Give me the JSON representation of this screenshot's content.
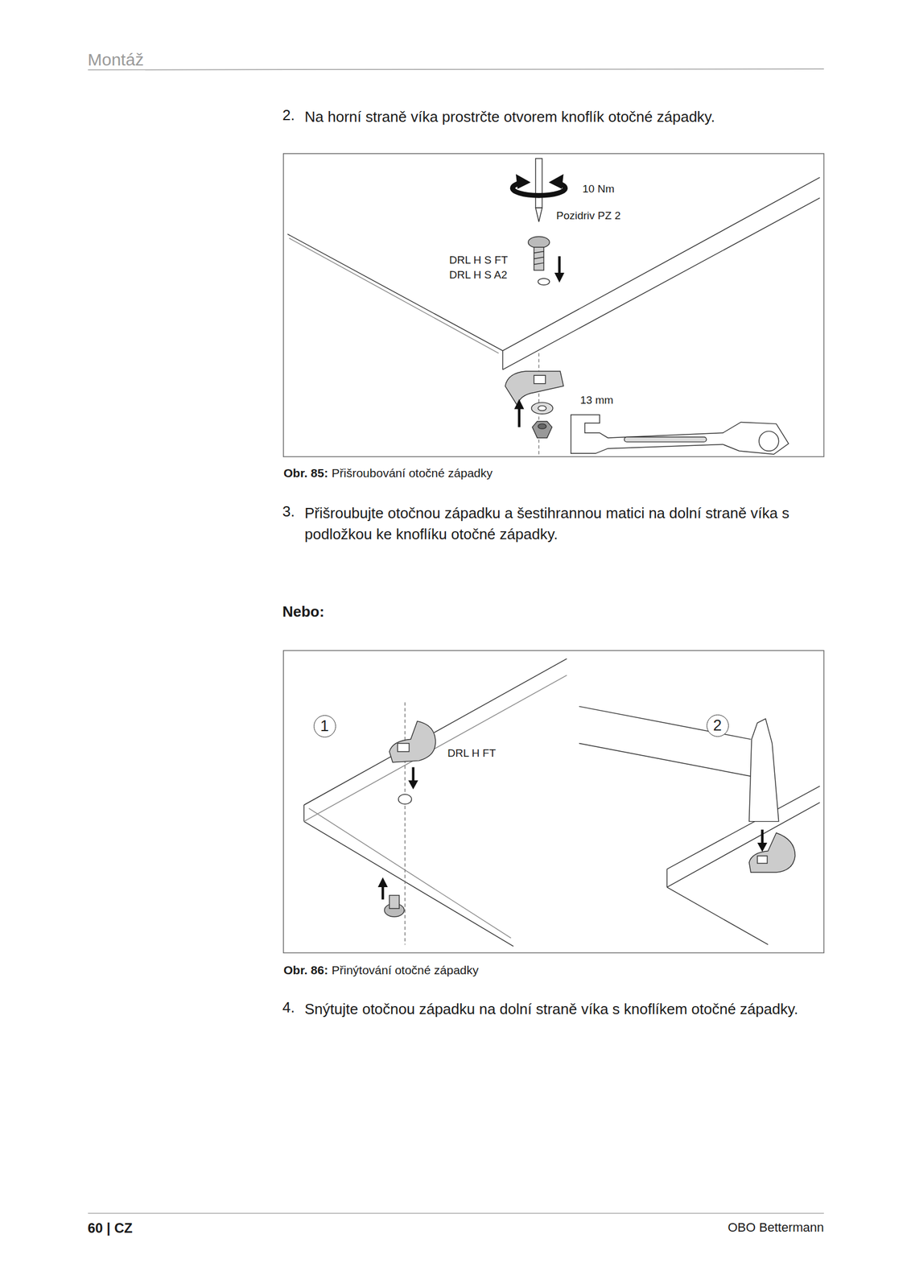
{
  "diagram": {
    "title": "Montáž",
    "nodes": [
      {
        "text": [
          "1"
        ]
      },
      {
        "text": [
          "2"
        ]
      }
    ],
    "labels": [
      "2.",
      "Na horní straně víka prostrčte otvorem knoflík otočné západky.",
      "10 Nm",
      "Pozidriv PZ 2",
      "DRL H S FT",
      "DRL H S A2",
      "13 mm",
      "Obr. 85:",
      "Přišroubování otočné západky",
      "3.",
      "Přišroubujte otočnou západku a šestihrannou matici na dolní straně víka s podložkou ke knoflíku otočné západky.",
      "Nebo:",
      "DRL H FT",
      "Obr. 86:",
      "Přinýtování otočné západky",
      "4.",
      "Snýtujte otočnou západku na dolní straně víka s knoflíkem otočné západky.",
      "60 | CZ",
      "OBO Bettermann"
    ]
  }
}
